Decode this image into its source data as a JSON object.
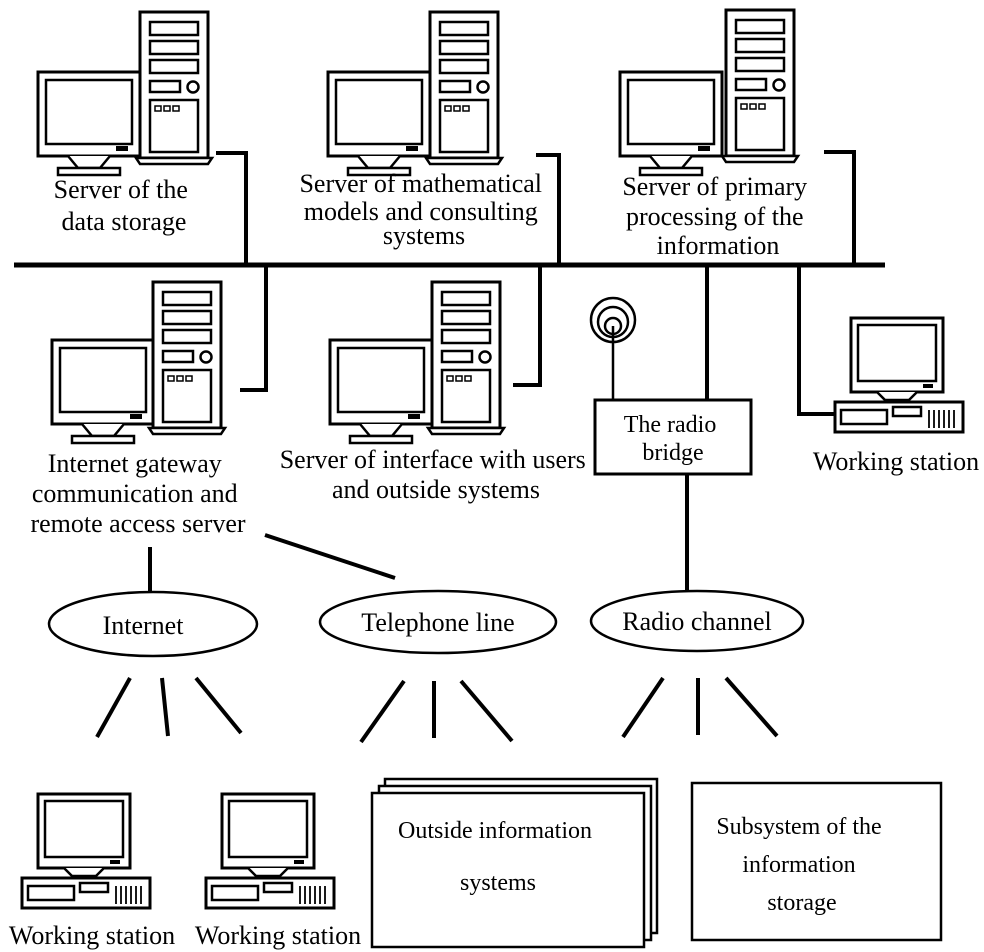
{
  "nodes": {
    "data_storage": {
      "label": [
        "Server of the",
        "data  storage"
      ]
    },
    "math_models": {
      "label": [
        "Server of mathematical",
        "models and  consulting",
        "systems"
      ]
    },
    "primary_processing": {
      "label": [
        "Server  of primary",
        "processing  of the",
        "information"
      ]
    },
    "internet_gateway": {
      "label": [
        "Internet gateway",
        "communication and",
        "remote  access server"
      ]
    },
    "interface_server": {
      "label": [
        "Server of interface with users",
        "and outside systems"
      ]
    },
    "radio_bridge": {
      "label": [
        "The radio",
        "bridge"
      ]
    },
    "working_station_right": {
      "label": [
        "Working station"
      ]
    },
    "internet": {
      "label": [
        "Internet"
      ]
    },
    "telephone_line": {
      "label": [
        "Telephone line"
      ]
    },
    "radio_channel": {
      "label": [
        "Radio channel"
      ]
    },
    "working_station_1": {
      "label": [
        "Working station"
      ]
    },
    "working_station_2": {
      "label": [
        "Working station"
      ]
    },
    "outside_info": {
      "label": [
        "Outside information",
        "systems"
      ]
    },
    "storage_subsystem": {
      "label": [
        "Subsystem of the",
        "information",
        "storage"
      ]
    }
  }
}
